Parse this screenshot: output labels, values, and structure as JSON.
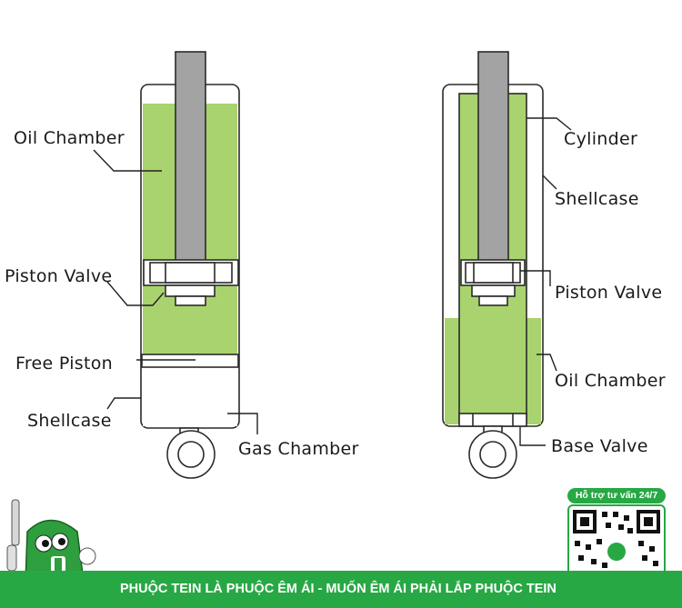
{
  "labels": {
    "left": {
      "oil_chamber": "Oil Chamber",
      "piston_valve": "Piston Valve",
      "free_piston": "Free Piston",
      "shellcase": "Shellcase",
      "gas_chamber": "Gas Chamber"
    },
    "right": {
      "cylinder": "Cylinder",
      "shellcase": "Shellcase",
      "piston_valve": "Piston Valve",
      "oil_chamber": "Oil Chamber",
      "base_valve": "Base Valve"
    }
  },
  "banner": {
    "text": "PHUỘC TEIN LÀ PHUỘC ÊM ÁI - MUỐN ÊM ÁI PHẢI LẮP PHUỘC TEIN",
    "support_text": "Hỗ trợ tư vấn 24/7"
  },
  "colors": {
    "oil": "#a9d36f",
    "rod": "#a3a3a3",
    "brand_green": "#27a844"
  },
  "icons": {
    "qr": "qr-code-icon",
    "mascot": "mascot-icon"
  }
}
